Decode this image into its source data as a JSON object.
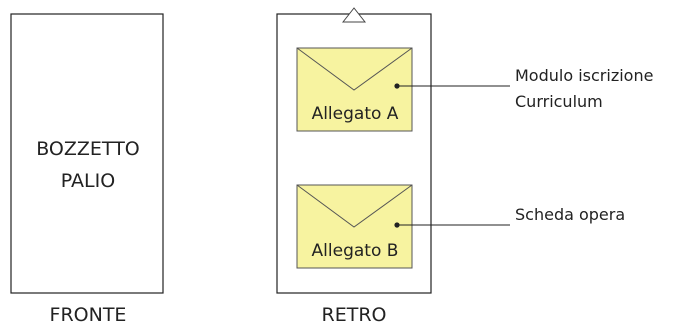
{
  "front": {
    "title_line1": "BOZZETTO",
    "title_line2": "PALIO",
    "caption": "FRONTE"
  },
  "back": {
    "caption": "RETRO",
    "envelope_a": {
      "label": "Allegato A"
    },
    "envelope_b": {
      "label": "Allegato B"
    }
  },
  "annotations": {
    "a_line1": "Modulo iscrizione",
    "a_line2": "Curriculum",
    "b_line1": "Scheda opera"
  },
  "colors": {
    "stroke": "#222222",
    "envelope_fill": "#f7f3a0",
    "envelope_stroke": "#555555"
  }
}
